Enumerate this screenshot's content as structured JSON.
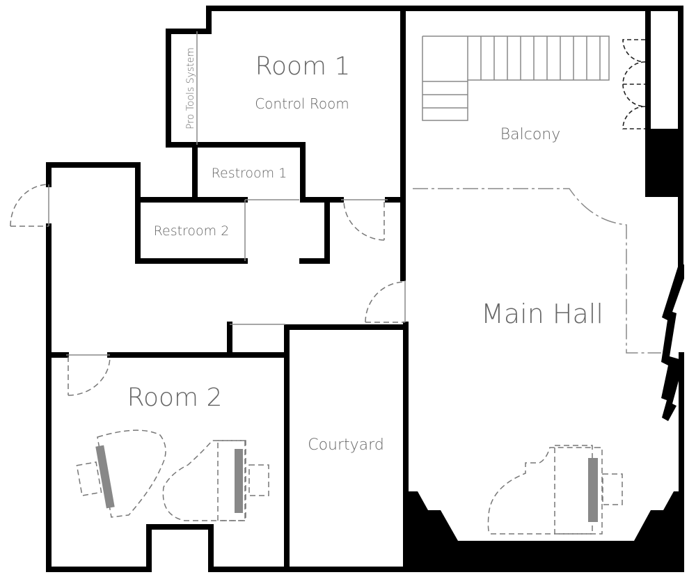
{
  "title": "Studio floor plan",
  "rooms": {
    "room1": "Room 1",
    "room1_sub": "Control Room",
    "pro_tools": "Pro Tools System",
    "restroom1": "Restroom 1",
    "restroom2": "Restroom 2",
    "balcony": "Balcony",
    "main_hall": "Main Hall",
    "room2": "Room 2",
    "courtyard": "Courtyard"
  },
  "colors": {
    "wall": "#000000",
    "label": "#666666",
    "fixture": "#888888"
  }
}
